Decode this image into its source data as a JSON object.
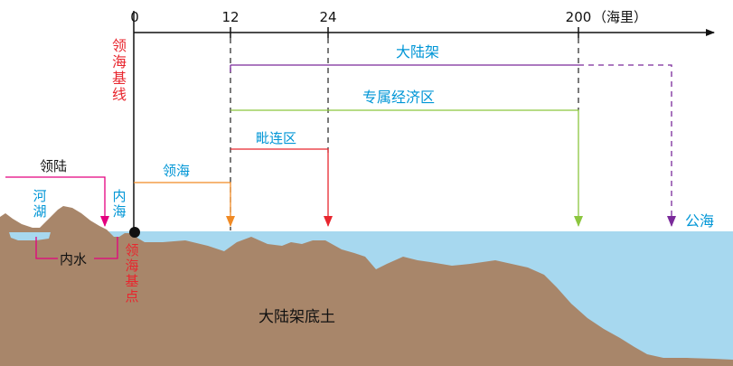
{
  "axis": {
    "ticks": [
      "0",
      "12",
      "24",
      "200"
    ],
    "unit": "（海里）"
  },
  "labels": {
    "baseline": "领海基线",
    "base_point": "领海基点",
    "land": "领陆",
    "lake": "河湖",
    "inner_sea": "内海",
    "inner_water": "内水",
    "territorial_sea": "领海",
    "contiguous_zone": "毗连区",
    "eez": "专属经济区",
    "shelf": "大陆架",
    "high_seas": "公海",
    "subsoil": "大陆架底土"
  },
  "colors": {
    "red": "#e8262e",
    "cyan": "#0096d6",
    "magenta": "#e4007f",
    "orange": "#f08a24",
    "green": "#8cc63f",
    "purple": "#7a2a9a",
    "sea": "#a7d8ef",
    "land": "#a8866a"
  }
}
